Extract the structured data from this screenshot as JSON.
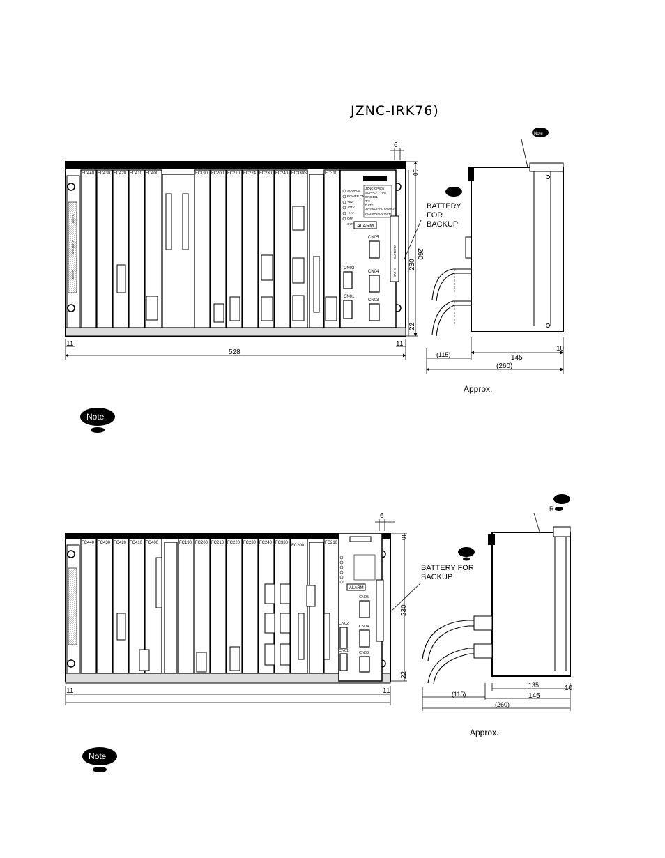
{
  "title": "JZNC-IRK76)",
  "note_label": "Note",
  "approx_label": "Approx.",
  "top_view": {
    "slot_labels": [
      "FC440",
      "FC430",
      "FC420",
      "FC410",
      "FC400",
      "FC190",
      "FC200",
      "FC210",
      "FC224",
      "FC230",
      "FC240",
      "FC330S",
      "FC310"
    ],
    "bat_labels": [
      "BATTERY",
      "BAT-A",
      "BAT-C"
    ],
    "power_indicators": [
      "SOURCE",
      "POWER ON",
      "+5V",
      "+24V",
      "-24V",
      "OFF",
      "OUT"
    ],
    "power_info_lines": [
      "JZNC-CPS01",
      "SUPPLY TYPE",
      "CPS 101",
      "TAI",
      "DATE",
      "AC200-220V 50/60Hz",
      "AC200-240V 60Hz"
    ],
    "alarm_label": "ALARM",
    "connectors": [
      "CN05",
      "CN04",
      "CN03",
      "CN02",
      "CN01"
    ],
    "battery_panel_label": "BATTERY",
    "battery_panel_sub": "BAT D",
    "battery_for_backup": [
      "BATTERY",
      "FOR",
      "BACKUP"
    ],
    "dim_top_gap": "6",
    "dim_top_right": "10",
    "dim_height": "260",
    "dim_inner_height": "230",
    "dim_bottom": "22",
    "dim_left_margin": "11",
    "dim_right_margin": "11",
    "dim_width": "528",
    "side_dim_cable": "(115)",
    "side_dim_depth": "145",
    "side_dim_right": "10",
    "side_dim_total": "(260)"
  },
  "bottom_view": {
    "slot_labels": [
      "FC440",
      "FC430",
      "FC420",
      "FC410",
      "FC400",
      "FC190",
      "FC200",
      "FC210",
      "FC220",
      "FC230",
      "FC240",
      "FC330",
      "FC200",
      "FC210"
    ],
    "battery_for_backup": [
      "BATTERY  FOR",
      "BACKUP"
    ],
    "r_label": "R",
    "alarm_label": "ALARM",
    "connectors": [
      "CN05",
      "CN04",
      "CN03",
      "CN02",
      "CN01"
    ],
    "dim_top_gap": "6",
    "dim_top_right": "10",
    "dim_inner_height": "230",
    "dim_bottom": "22",
    "dim_left_margin": "11",
    "dim_right_margin": "11",
    "side_dim_inner": "135",
    "side_dim_cable": "(115)",
    "side_dim_depth": "145",
    "side_dim_right": "10",
    "side_dim_total": "(260)"
  }
}
